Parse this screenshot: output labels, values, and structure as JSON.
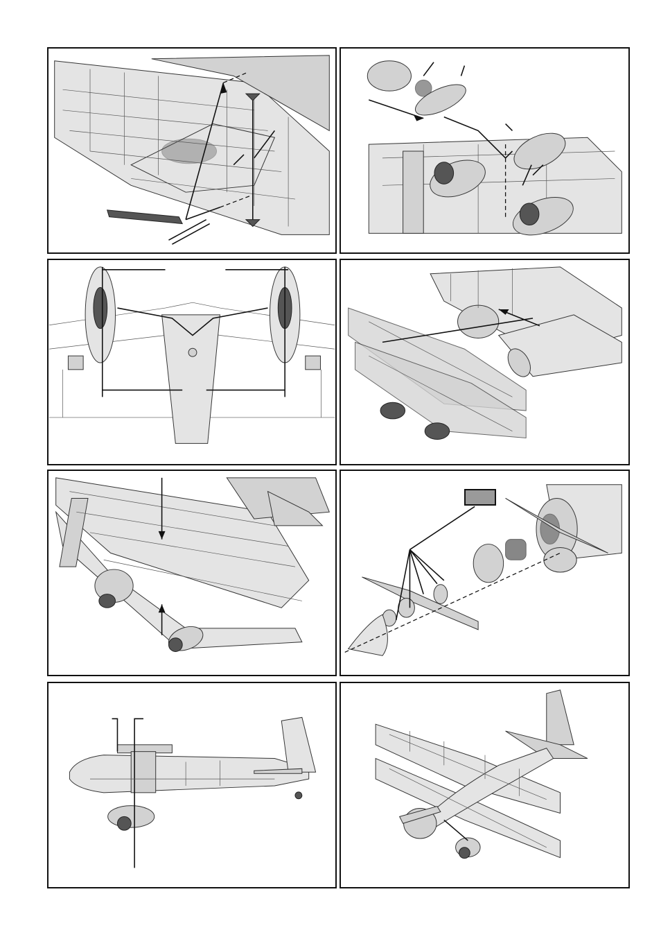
{
  "page": {
    "panels": [
      {
        "id": "wing-joiner-fitting"
      },
      {
        "id": "wheel-pants-assembly"
      },
      {
        "id": "landing-gear-top-view"
      },
      {
        "id": "upper-wing-attachment"
      },
      {
        "id": "wing-strut-fitting"
      },
      {
        "id": "motor-spinner-assembly"
      },
      {
        "id": "center-of-gravity-side-view"
      },
      {
        "id": "completed-model"
      }
    ]
  }
}
